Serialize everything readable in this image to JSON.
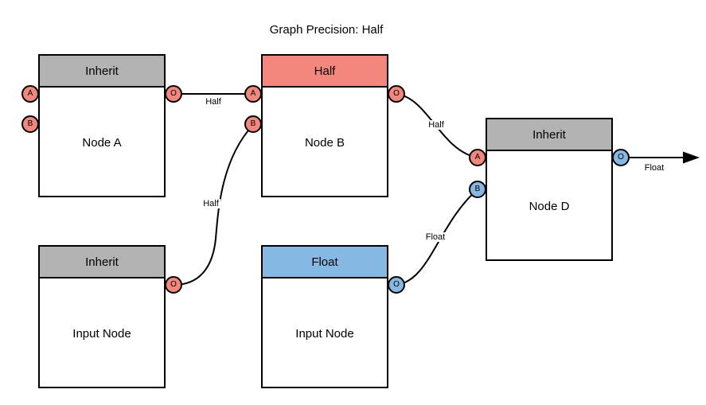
{
  "title": "Graph Precision: Half",
  "colors": {
    "header_inherit_gray": "#B3B3B3",
    "precision_half_red": "#F4877B",
    "precision_float_blue": "#85B8E3",
    "stroke": "#000000",
    "canvas": "#FFFFFF"
  },
  "nodes": [
    {
      "header": "Inherit",
      "label": "Node A",
      "inputs": [
        "A",
        "B"
      ],
      "output": "O"
    },
    {
      "header": "Half",
      "label": "Node B",
      "inputs": [
        "A",
        "B"
      ],
      "output": "O"
    },
    {
      "header": "Inherit",
      "label": "Node D",
      "inputs": [
        "A",
        "B"
      ],
      "output": "O"
    },
    {
      "header": "Inherit",
      "label": "Input Node",
      "inputs": [],
      "output": "O"
    },
    {
      "header": "Float",
      "label": "Input Node",
      "inputs": [],
      "output": "O"
    }
  ],
  "edges": [
    {
      "label": "Half",
      "from": "node-a-output",
      "to": "node-b-input-a"
    },
    {
      "label": "Half",
      "from": "input-node-1-output",
      "to": "node-b-input-b"
    },
    {
      "label": "Half",
      "from": "node-b-output",
      "to": "node-d-input-a"
    },
    {
      "label": "Float",
      "from": "input-node-2-output",
      "to": "node-d-input-b"
    },
    {
      "label": "Float",
      "from": "node-d-output",
      "to": "graph-output-arrow"
    }
  ]
}
